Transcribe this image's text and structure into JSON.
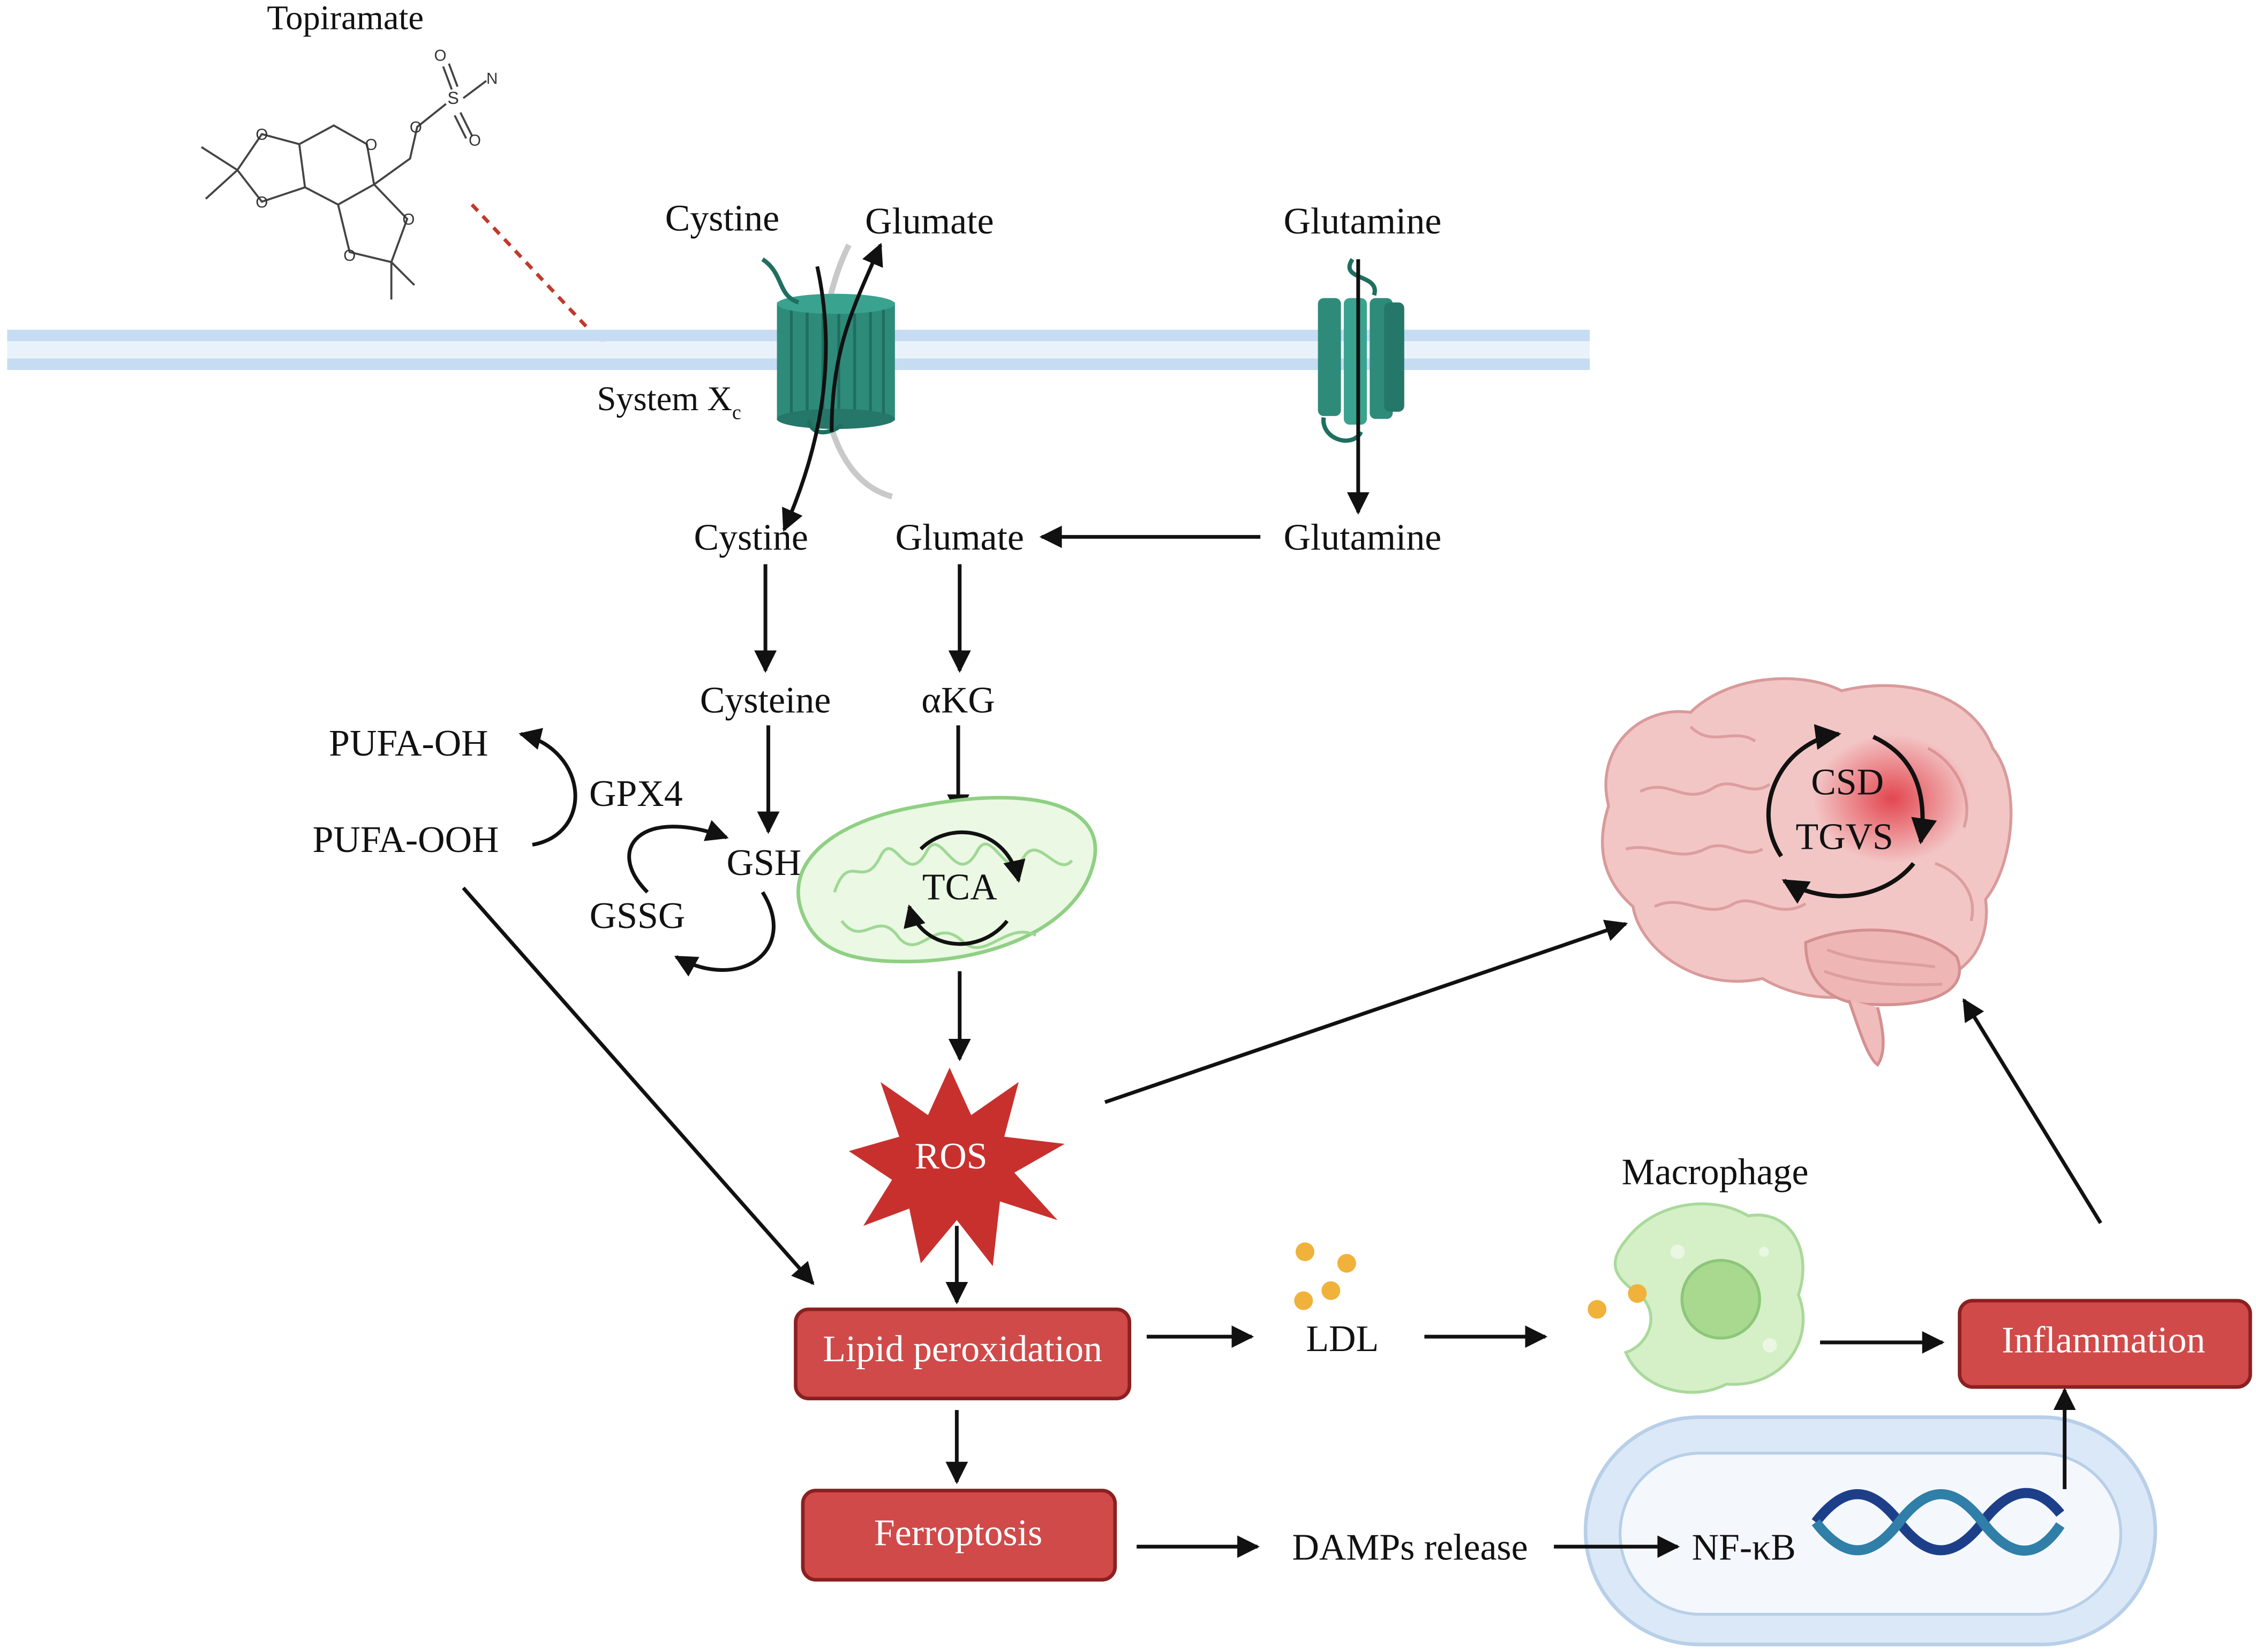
{
  "drug": {
    "name": "Topiramate",
    "atoms": {
      "o1": "O",
      "o2": "O",
      "o3": "O",
      "o4": "O",
      "o5": "O",
      "o6": "O",
      "o7": "O",
      "o8": "O",
      "s": "S",
      "n": "N"
    }
  },
  "membrane": {
    "transporter_label": "System X",
    "transporter_subscript": "c",
    "outside_left": "Cystine",
    "outside_right": "Glumate",
    "outside_glutamine": "Glutamine"
  },
  "intracellular": {
    "cystine": "Cystine",
    "glumate": "Glumate",
    "glutamine": "Glutamine",
    "cysteine": "Cysteine",
    "akg": "αKG",
    "gsh": "GSH",
    "gssg": "GSSG",
    "gpx4": "GPX4",
    "pufa_oh": "PUFA-OH",
    "pufa_ooh": "PUFA-OOH",
    "tca": "TCA",
    "ros": "ROS"
  },
  "boxes": {
    "lipid_peroxidation": "Lipid peroxidation",
    "ferroptosis": "Ferroptosis",
    "inflammation": "Inflammation"
  },
  "downstream": {
    "ldl": "LDL",
    "macrophage": "Macrophage",
    "damps": "DAMPs release",
    "nfkb": "NF-κB"
  },
  "brain": {
    "csd": "CSD",
    "tgvs": "TGVS"
  },
  "colors": {
    "membrane": "#c6dcf2",
    "transporter": "#2e8b7a",
    "mito": "#e8f7e2",
    "ros": "#c8302e",
    "box": "#d04a4a",
    "inhibition": "#c0392b",
    "macrophage": "#d5efc7",
    "ldl": "#f0b23a",
    "nucleus_outer": "#dbe8f7",
    "brain": "#f3c6c6"
  }
}
